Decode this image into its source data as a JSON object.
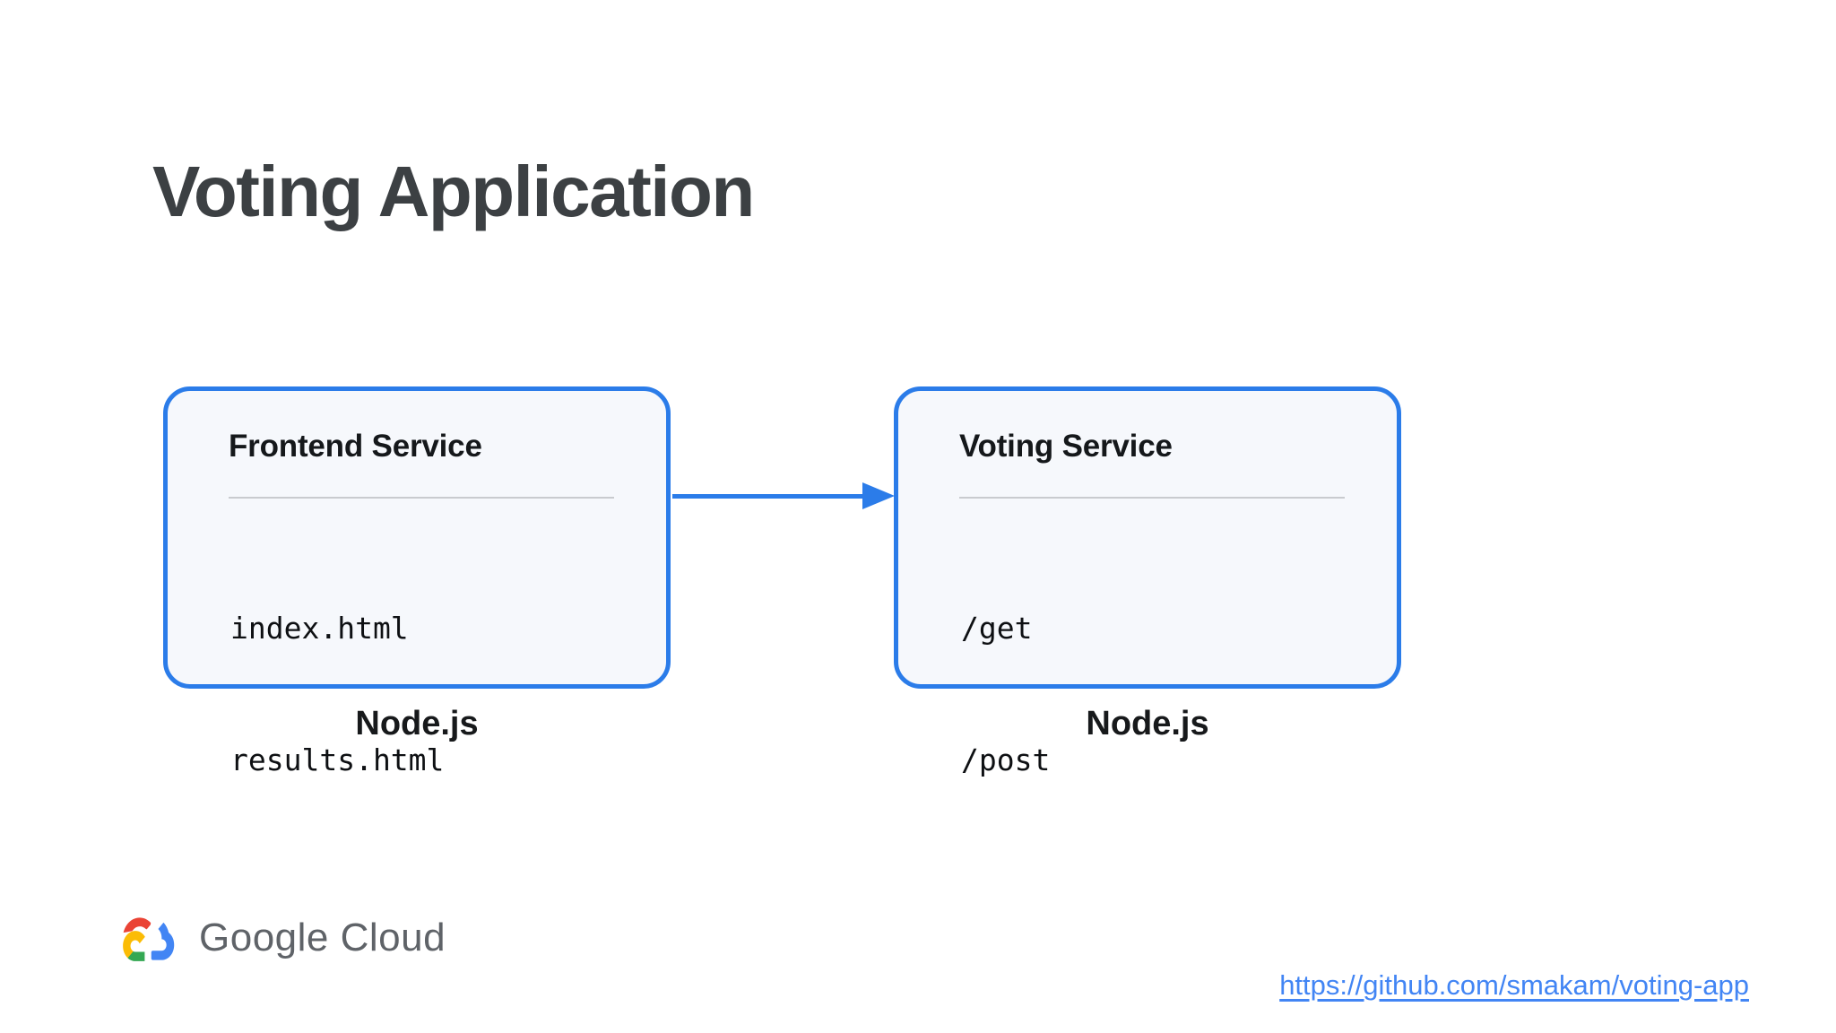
{
  "slide": {
    "title": "Voting Application",
    "footer": {
      "brand_text": "Google Cloud",
      "link": "https://github.com/smakam/voting-app"
    }
  },
  "diagram": {
    "nodes": [
      {
        "title": "Frontend Service",
        "items": [
          "index.html",
          "results.html"
        ],
        "runtime": "Node.js"
      },
      {
        "title": "Voting Service",
        "items": [
          "/get",
          "/post"
        ],
        "runtime": "Node.js"
      }
    ],
    "edge": {
      "from": "Frontend Service",
      "to": "Voting Service",
      "direction": "right"
    }
  },
  "colors": {
    "accent_blue": "#2b7ce9",
    "card_background": "#f6f8fc",
    "divider_gray": "#c9cbcf",
    "title_gray": "#3c4043",
    "brand_text_gray": "#5f6368",
    "link_blue": "#4285f4",
    "logo_red": "#ea4335",
    "logo_blue": "#4285f4",
    "logo_green": "#34a853",
    "logo_yellow": "#fbbc05"
  }
}
